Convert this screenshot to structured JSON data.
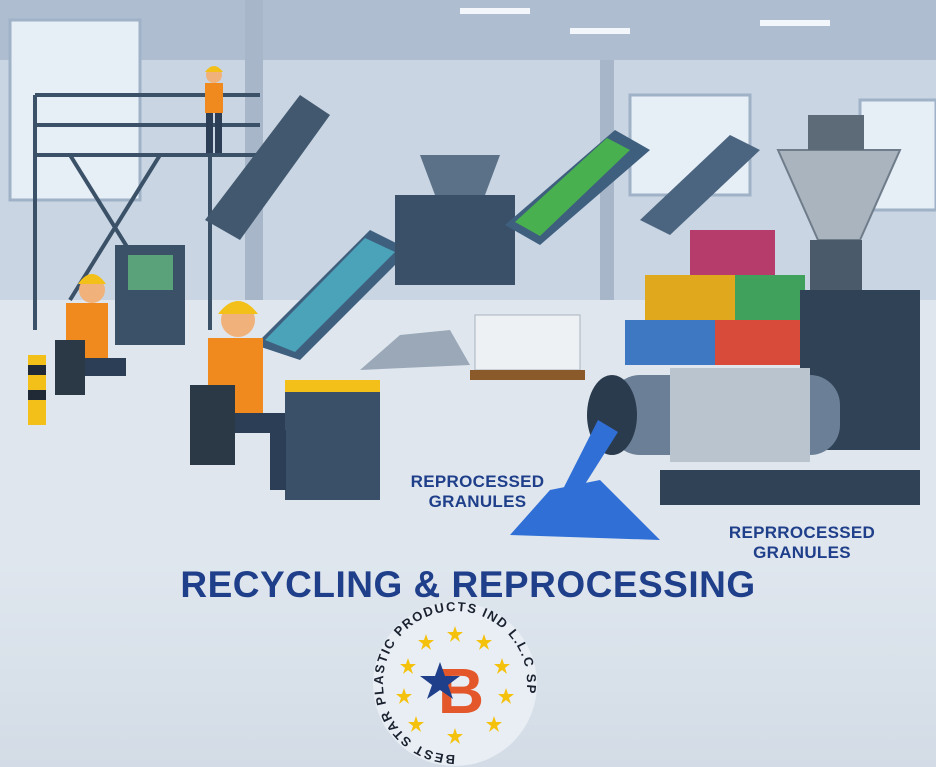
{
  "illustration": {
    "label_left": [
      "REPROCESSED",
      "GRANULES"
    ],
    "label_right": [
      "REPRROCESSED",
      "GRANULES"
    ]
  },
  "heading": "RECYCLING & REPROCESSING",
  "logo": {
    "ring_text": "BEST STAR PLASTIC PRODUCTS IND L.L.C SP",
    "letter": "B",
    "colors": {
      "blue": "#1f3f8a",
      "orange": "#e3572b",
      "star": "#f4c20d"
    }
  },
  "colors": {
    "heading": "#1f3f8a",
    "granules": "#2f6fd6",
    "vest": "#f08a1e"
  }
}
